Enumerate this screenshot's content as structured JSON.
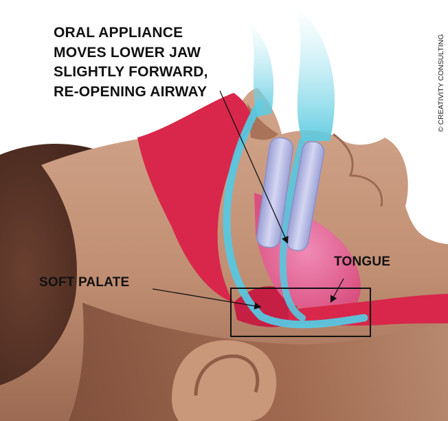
{
  "labels": {
    "appliance_lines": [
      "ORAL APPLIANCE",
      "MOVES LOWER JAW",
      "SLIGHTLY FORWARD,",
      "RE-OPENING AIRWAY"
    ],
    "tongue": "TONGUE",
    "soft_palate": "SOFT PALATE"
  },
  "copyright": "© CREATIVITY CONSULTING",
  "colors": {
    "skin": "#c39478",
    "skin_shadow": "#8a5a45",
    "hair": "#5a3426",
    "tissue": "#d8274a",
    "tongue": "#e86a9c",
    "airflow": "#58c7df",
    "appliance": "#b5b8e2",
    "background": "#ffffff"
  }
}
